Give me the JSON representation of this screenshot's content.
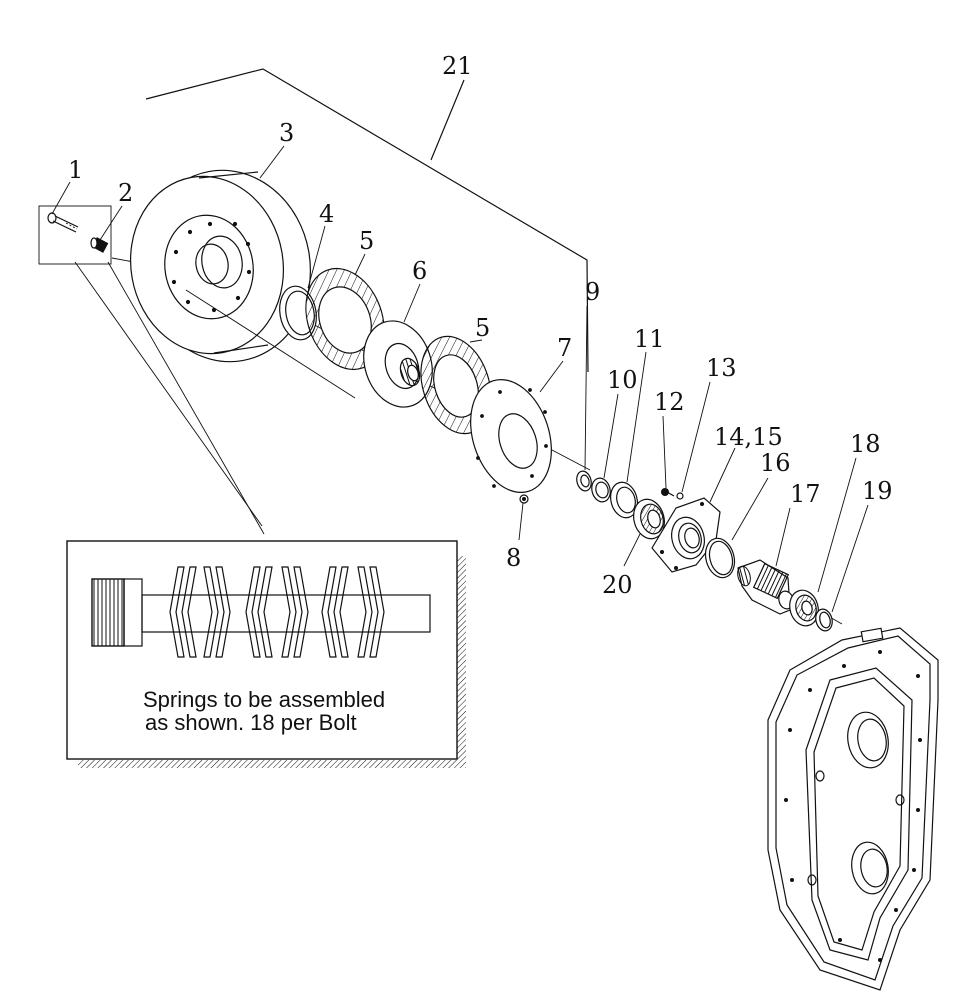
{
  "callouts": {
    "c1": "1",
    "c2": "2",
    "c3": "3",
    "c4": "4",
    "c5a": "5",
    "c5b": "5",
    "c6": "6",
    "c7": "7",
    "c8": "8",
    "c9": "9",
    "c10": "10",
    "c11": "11",
    "c12": "12",
    "c13": "13",
    "c1415": "14,15",
    "c16": "16",
    "c17": "17",
    "c18": "18",
    "c19": "19",
    "c20": "20",
    "c21": "21"
  },
  "note": {
    "line1": "Springs to be assembled",
    "line2": "as shown.    18 per Bolt"
  }
}
